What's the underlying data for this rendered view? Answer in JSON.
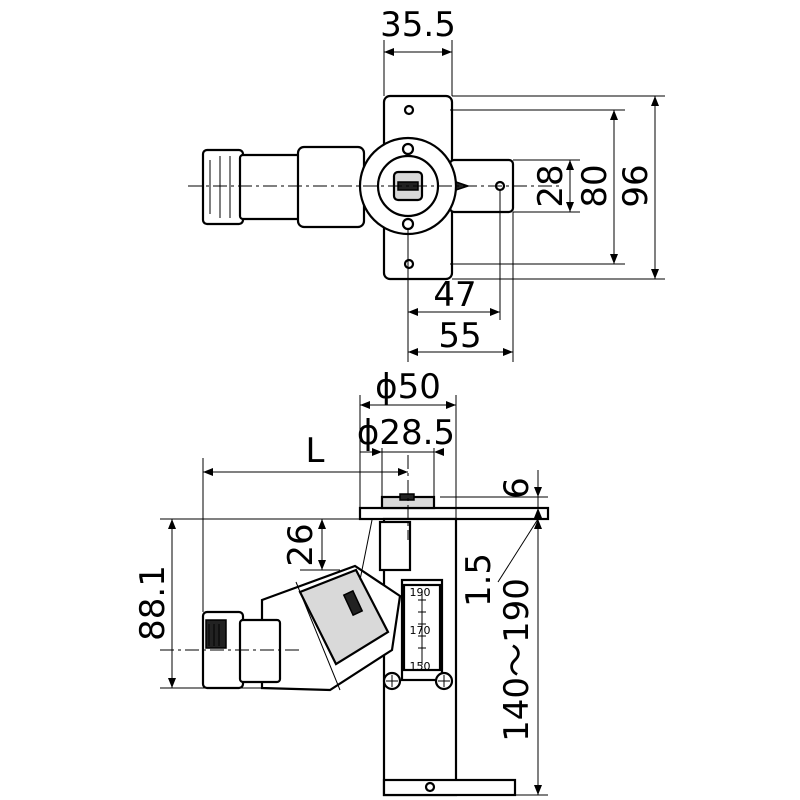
{
  "top_view": {
    "dim_width_35_5": "35.5",
    "dim_height_28": "28",
    "dim_height_80": "80",
    "dim_height_96": "96",
    "dim_offset_47": "47",
    "dim_offset_55": "55"
  },
  "side_view": {
    "dim_dia_50": "ϕ50",
    "dim_dia_28_5": "ϕ28.5",
    "dim_length_L": "L",
    "dim_6": "6",
    "dim_26": "26",
    "dim_1_5": "1.5",
    "dim_88_1": "88.1",
    "dim_range": "140～190",
    "scale_ticks": [
      "190",
      "170",
      "150"
    ]
  }
}
